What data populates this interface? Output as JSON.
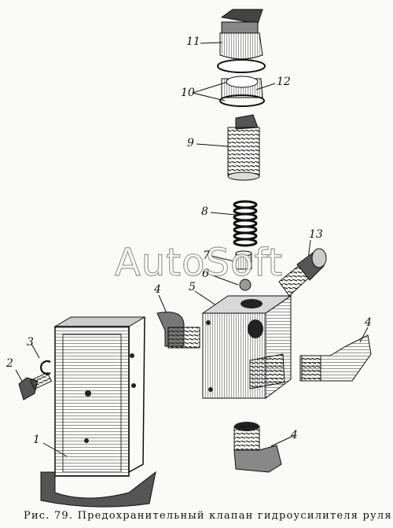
{
  "labels": {
    "n1": "1",
    "n2": "2",
    "n3": "3",
    "n4a": "4",
    "n4b": "4",
    "n4c": "4",
    "n5": "5",
    "n6": "6",
    "n7": "7",
    "n8": "8",
    "n9": "9",
    "n10": "10",
    "n11": "11",
    "n12": "12",
    "n13": "13"
  },
  "caption": {
    "prefix": "Рис. 79.",
    "text": "Предохранительный клапан гидроусилителя руля"
  },
  "watermark": "AutoSoft",
  "colors": {
    "ink": "#111111",
    "paper": "#fafaf8",
    "shade": "#555555"
  }
}
